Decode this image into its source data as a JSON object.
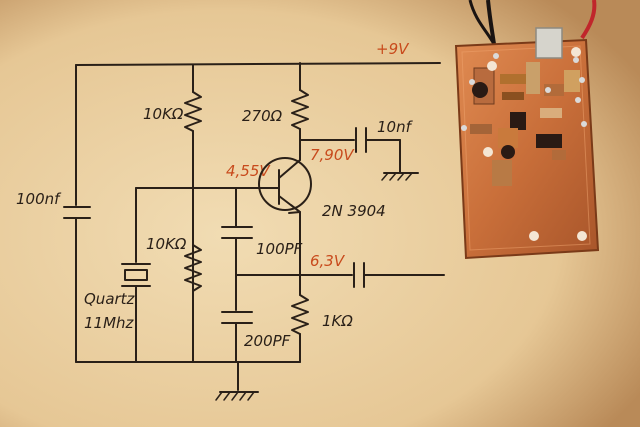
{
  "colors": {
    "paper": "#ecd3a6",
    "paper_shadow": "#c79a62",
    "background": "#2b1d10",
    "ink": "#2a2018",
    "voltage_annotation": "#c84a1c",
    "pcb_copper": "#d07a45",
    "pcb_copper_dark": "#9c4e28",
    "wire_red": "#c0262b",
    "wire_black": "#1a1412"
  },
  "supply": {
    "label": "+9V"
  },
  "components": {
    "c_supply_decoupling": "100nf",
    "r_bias_top": "10KΩ",
    "r_collector": "270Ω",
    "c_collector_out": "10nf",
    "transistor": "2N 3904",
    "r_bias_bottom": "10KΩ",
    "c_feedback_top": "100PF",
    "c_feedback_bottom": "200PF",
    "r_emitter": "1KΩ",
    "crystal_line1": "Quartz",
    "crystal_line2": "11Mhz"
  },
  "voltages": {
    "base": "4,55V",
    "collector": "7,90V",
    "emitter": "6,3V"
  },
  "icons": [
    "resistor-icon",
    "capacitor-icon",
    "npn-transistor-icon",
    "crystal-icon",
    "ground-icon"
  ]
}
